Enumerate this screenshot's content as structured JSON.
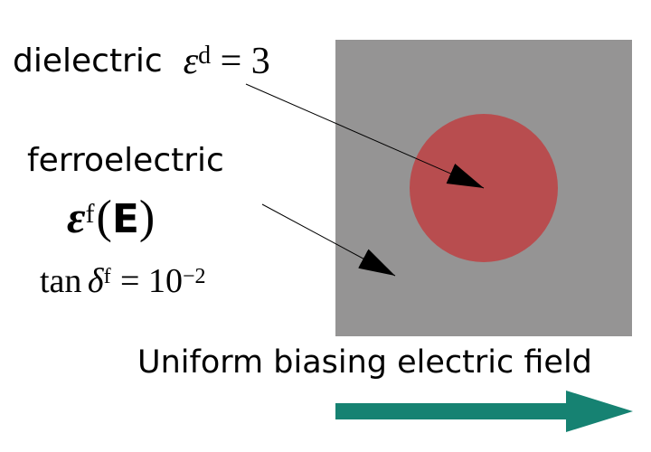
{
  "labels": {
    "dielectric_word": "dielectric",
    "dielectric_symbol": "ε",
    "dielectric_superscript": "d",
    "dielectric_equals": "= 3",
    "ferroelectric_word": "ferroelectric",
    "ferro_symbol": "ε",
    "ferro_superscript": "f",
    "ferro_open_paren": "(",
    "ferro_field": "E",
    "ferro_close_paren": ")",
    "tan_word": "tan",
    "tan_delta": "δ",
    "tan_superscript": "f",
    "tan_equals": "= 10",
    "tan_exponent": "−2",
    "field_caption": "Uniform biasing electric field"
  },
  "colors": {
    "background": "#ffffff",
    "ferroelectric_region": "#959494",
    "dielectric_inclusion": "#b84d4f",
    "field_arrow": "#168272",
    "text": "#000000"
  }
}
